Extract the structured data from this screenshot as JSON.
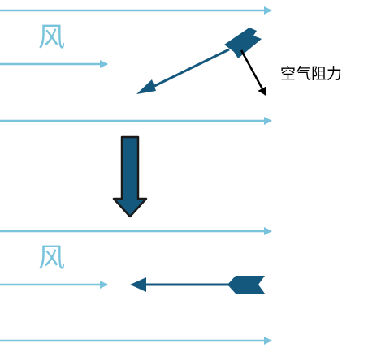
{
  "diagram": {
    "wind_label_top": "风",
    "wind_label_bottom": "风",
    "drag_label": "空气阻力"
  },
  "colors": {
    "wind": "#79c4dc",
    "arrow": "#15587e",
    "drag": "#000000"
  }
}
